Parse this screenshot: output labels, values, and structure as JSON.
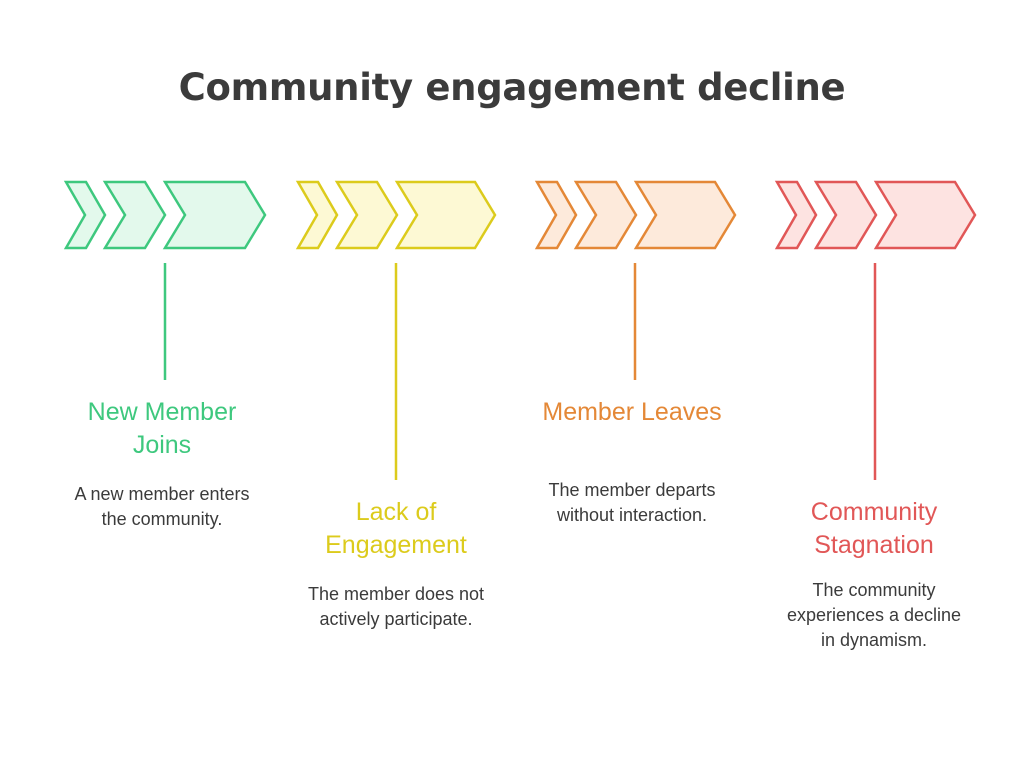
{
  "title": "Community engagement decline",
  "stages": [
    {
      "title": "New Member Joins",
      "description": "A new member enters the community.",
      "stroke": "#3ec87e",
      "fill": "#e3f9ec"
    },
    {
      "title": "Lack of Engagement",
      "description": "The member does not actively participate.",
      "stroke": "#dccb1c",
      "fill": "#fdf9d4"
    },
    {
      "title": "Member Leaves",
      "description": "The member departs without interaction.",
      "stroke": "#e48837",
      "fill": "#fdeadb"
    },
    {
      "title": "Community Stagnation",
      "description": "The community experiences a decline in dynamism.",
      "stroke": "#e15757",
      "fill": "#fde3e1"
    }
  ]
}
